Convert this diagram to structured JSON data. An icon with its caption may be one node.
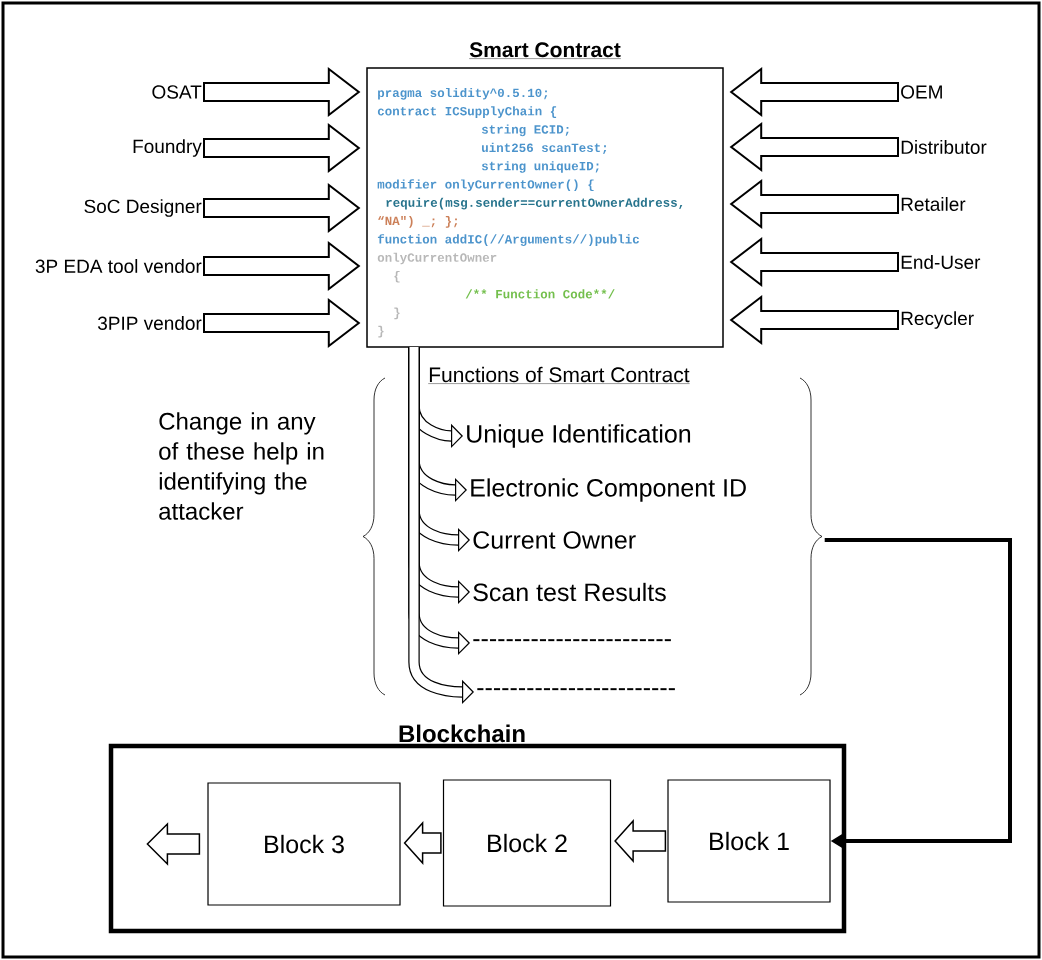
{
  "diagram": {
    "nodes": [
      {
        "text": [
          "Smart Contract",
          "pragma solidity^0.5.10;",
          "contract ICSupplyChain {",
          "string ECID;",
          "uint256 scanTest;",
          "string uniqueID;",
          "modifier onlyCurrentOwner() {",
          "require(msg.sender==currentOwnerAddress,",
          "“NA\") _; };",
          "function addIC(//Arguments//)public",
          "onlyCurrentOwner",
          "{",
          "/** Function Code**/",
          "}",
          "}"
        ]
      },
      {
        "text": [
          "OSAT"
        ]
      },
      {
        "text": [
          "Foundry"
        ]
      },
      {
        "text": [
          "SoC Designer"
        ]
      },
      {
        "text": [
          "3P EDA tool vendor"
        ]
      },
      {
        "text": [
          "3PIP vendor"
        ]
      },
      {
        "text": [
          "OEM"
        ]
      },
      {
        "text": [
          "Distributor"
        ]
      },
      {
        "text": [
          "Retailer"
        ]
      },
      {
        "text": [
          "End-User"
        ]
      },
      {
        "text": [
          "Recycler"
        ]
      },
      {
        "text": [
          "Unique Identification"
        ]
      },
      {
        "text": [
          "Electronic Component ID"
        ]
      },
      {
        "text": [
          "Current Owner"
        ]
      },
      {
        "text": [
          "Scan test Results"
        ]
      },
      {
        "text": [
          "------------------------"
        ]
      },
      {
        "text": [
          "------------------------"
        ]
      },
      {
        "text": [
          "Blockchain"
        ]
      },
      {
        "text": [
          "Block 3"
        ],
        "in": 17
      },
      {
        "text": [
          "Block 2"
        ],
        "in": 17
      },
      {
        "text": [
          "Block 1"
        ],
        "in": 17
      },
      {
        "text": [],
        "shape": "brace"
      }
    ],
    "edges": [
      {
        "from": 1,
        "to": 0,
        "arrow": "to"
      },
      {
        "from": 2,
        "to": 0,
        "arrow": "to"
      },
      {
        "from": 3,
        "to": 0,
        "arrow": "to"
      },
      {
        "from": 4,
        "to": 0,
        "arrow": "to"
      },
      {
        "from": 5,
        "to": 0,
        "arrow": "to"
      },
      {
        "from": 6,
        "to": 0,
        "arrow": "to"
      },
      {
        "from": 7,
        "to": 0,
        "arrow": "to"
      },
      {
        "from": 8,
        "to": 0,
        "arrow": "to"
      },
      {
        "from": 9,
        "to": 0,
        "arrow": "to"
      },
      {
        "from": 10,
        "to": 0,
        "arrow": "to"
      },
      {
        "from": 0,
        "to": 11,
        "arrow": "to"
      },
      {
        "from": 0,
        "to": 12,
        "arrow": "to"
      },
      {
        "from": 0,
        "to": 13,
        "arrow": "to"
      },
      {
        "from": 0,
        "to": 14,
        "arrow": "to"
      },
      {
        "from": 0,
        "to": 15,
        "arrow": "to"
      },
      {
        "from": 0,
        "to": 16,
        "arrow": "to"
      },
      {
        "from": 21,
        "to": 20,
        "arrow": "to"
      },
      {
        "from": 20,
        "to": 19,
        "arrow": "to"
      },
      {
        "from": 19,
        "to": 18,
        "arrow": "to"
      },
      {
        "from": 18,
        "to": null,
        "arrow": "to"
      }
    ],
    "labels": [
      "Functions of Smart Contract",
      "Change in any of these help in identifying the attacker"
    ]
  }
}
